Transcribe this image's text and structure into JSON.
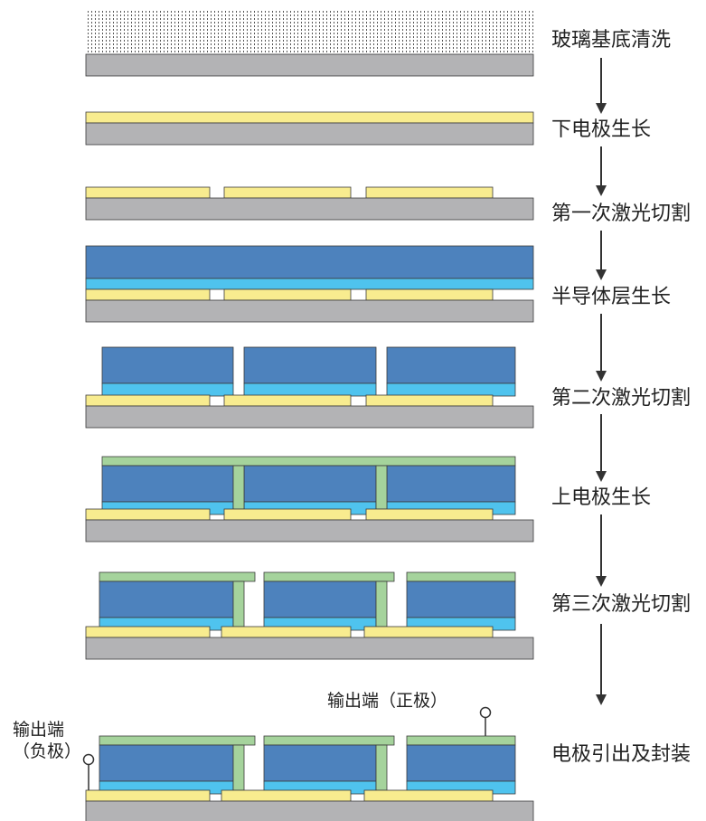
{
  "colors": {
    "glass": "#b3b3b5",
    "lower_electrode": "#f8ec8f",
    "semiconductor_light": "#4fc3ee",
    "semiconductor_dark": "#4d82bd",
    "upper_electrode": "#a5d39c",
    "outline": "#3a3a3a"
  },
  "steps": [
    {
      "label": "玻璃基底清洗"
    },
    {
      "label": "下电极生长"
    },
    {
      "label": "第一次激光切割"
    },
    {
      "label": "半导体层生长"
    },
    {
      "label": "第二次激光切割"
    },
    {
      "label": "上电极生长"
    },
    {
      "label": "第三次激光切割"
    },
    {
      "label": "电极引出及封装"
    }
  ],
  "terminals": {
    "negative": {
      "line1": "输出端",
      "line2": "（负极）"
    },
    "positive": {
      "label": "输出端（正极）"
    }
  }
}
